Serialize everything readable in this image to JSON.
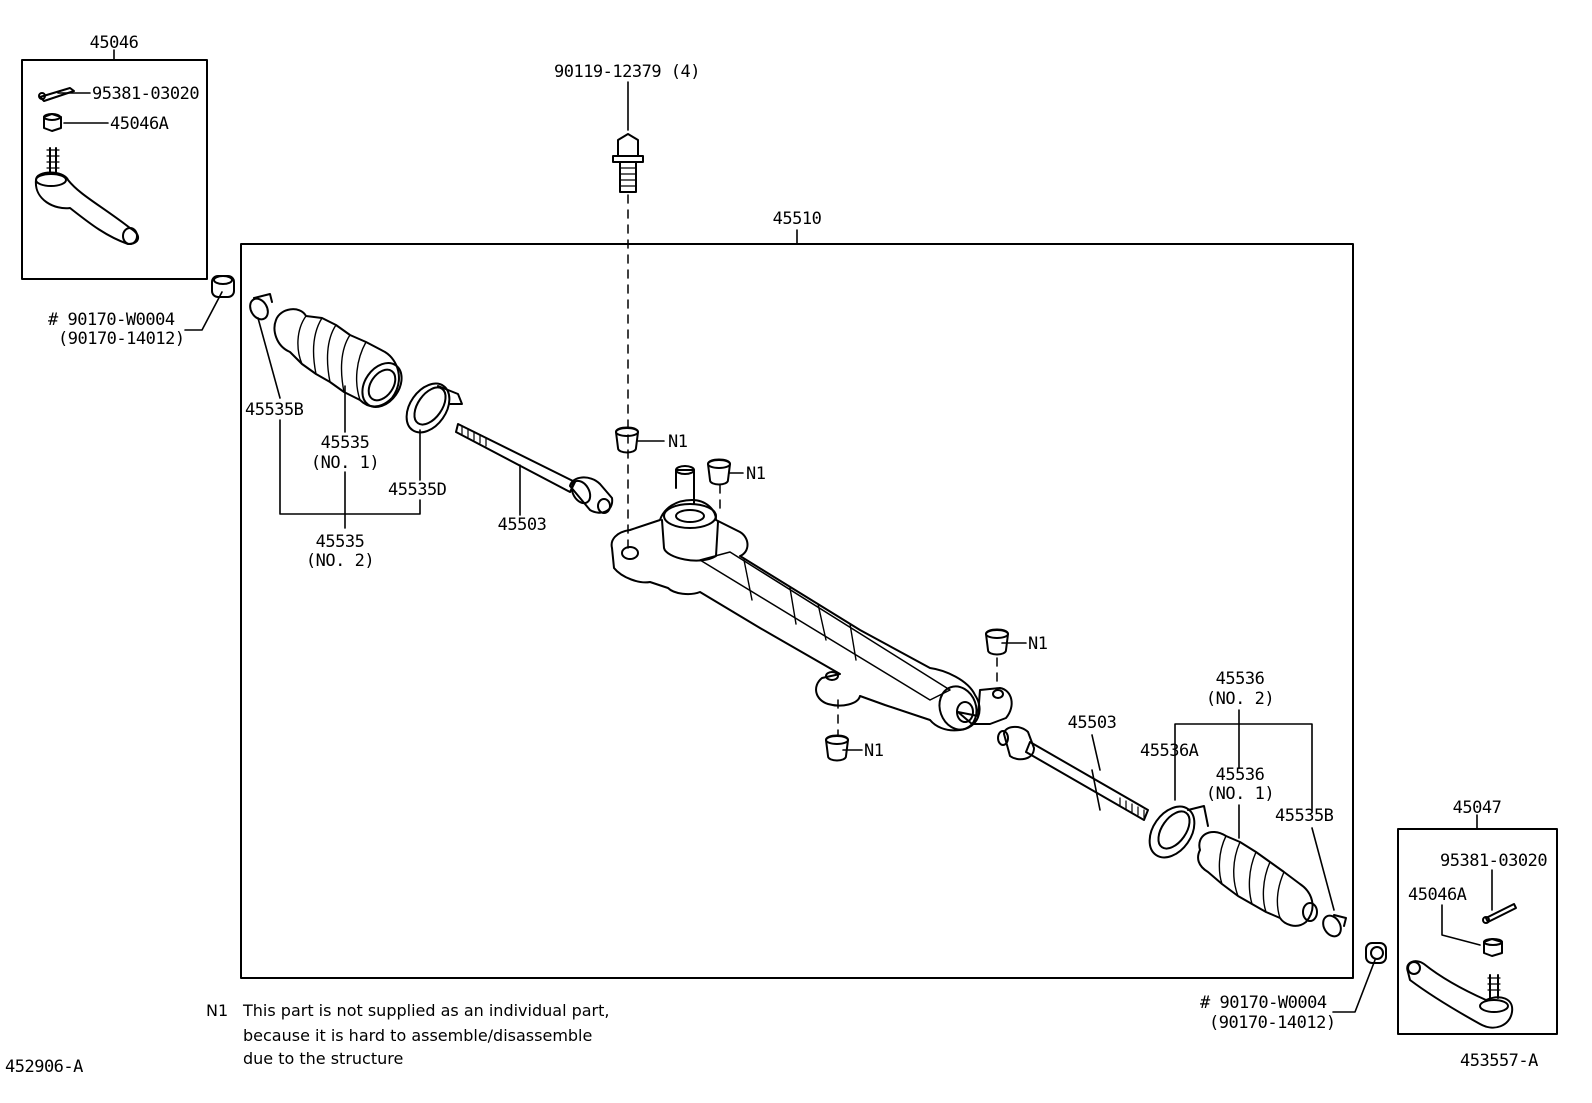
{
  "colors": {
    "ink": "#000000",
    "paper": "#ffffff"
  },
  "callouts": {
    "kit_left": "45046",
    "kit_left_pin": "95381-03020",
    "kit_left_nut": "45046A",
    "bolt": "90119-12379 (4)",
    "assembly": "45510",
    "nut_left_a": "# 90170-W0004",
    "nut_left_b": "(90170-14012)",
    "clip_left": "45535B",
    "boot_left_a": "45535",
    "boot_left_b": "(NO. 1)",
    "clamp_left": "45535D",
    "boot_kit_left_a": "45535",
    "boot_kit_left_b": "(NO. 2)",
    "rod_left": "45503",
    "n1_a": "N1",
    "n1_b": "N1",
    "n1_c": "N1",
    "n1_d": "N1",
    "rod_right": "45503",
    "boot_kit_right_a": "45536",
    "boot_kit_right_b": "(NO. 2)",
    "clamp_right": "45536A",
    "boot_right_a": "45536",
    "boot_right_b": "(NO. 1)",
    "clip_right": "45535B",
    "kit_right": "45047",
    "kit_right_pin": "95381-03020",
    "kit_right_nut": "45046A",
    "nut_right_a": "# 90170-W0004",
    "nut_right_b": "(90170-14012)",
    "code_left": "452906-A",
    "code_right": "453557-A"
  },
  "footnote": {
    "mark": "N1",
    "line1": "This part is not supplied as an individual part,",
    "line2": "because it is hard to assemble/disassemble",
    "line3": "due to the structure"
  }
}
